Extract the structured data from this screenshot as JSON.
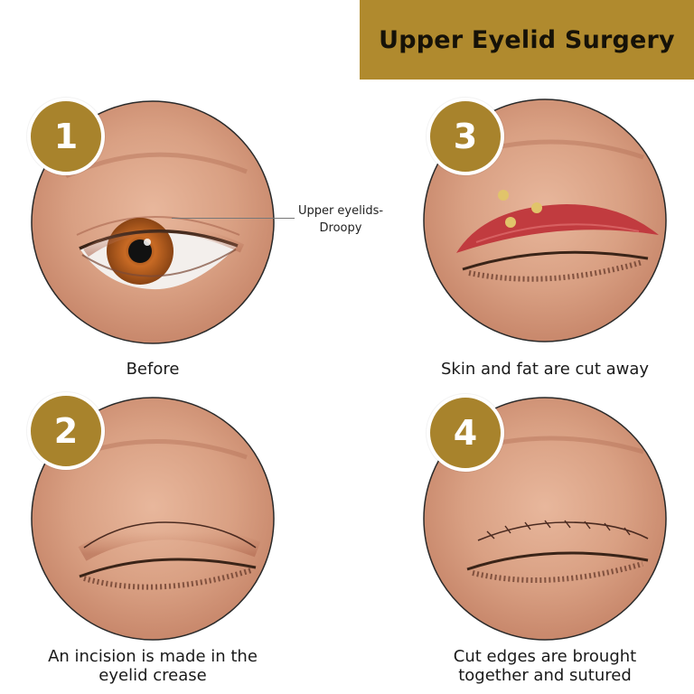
{
  "title": "Upper Eyelid Surgery",
  "colors": {
    "banner": "#b08a2e",
    "badge": "#a8832c",
    "skin": "#d79e82"
  },
  "callout": {
    "line1": "Upper eyelids-",
    "line2": "Droopy"
  },
  "steps": [
    {
      "number": "1",
      "caption_lines": [
        "Before"
      ]
    },
    {
      "number": "2",
      "caption_lines": [
        "An incision is made in the",
        "eyelid crease"
      ]
    },
    {
      "number": "3",
      "caption_lines": [
        "Skin and fat are cut away"
      ]
    },
    {
      "number": "4",
      "caption_lines": [
        "Cut edges are brought",
        "together and sutured"
      ]
    }
  ]
}
